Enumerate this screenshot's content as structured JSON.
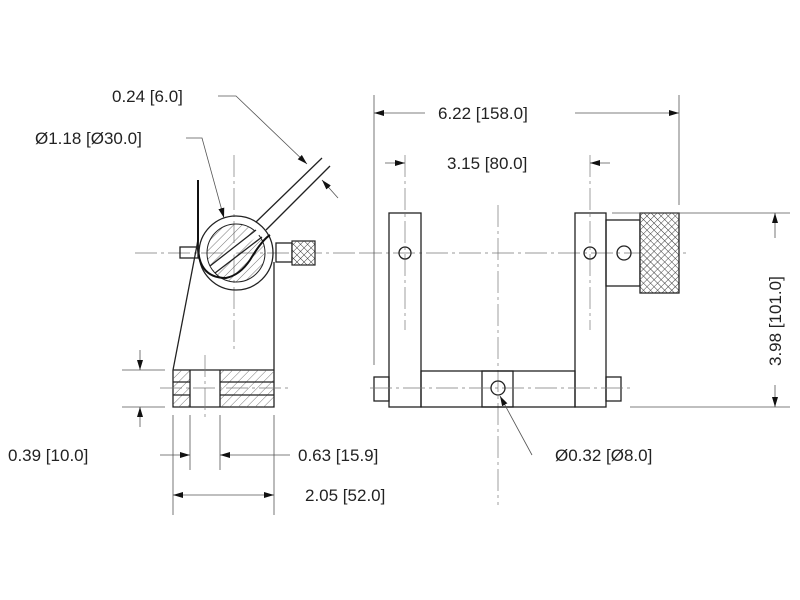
{
  "dimensions": {
    "rod_width": "0.24 [6.0]",
    "drum_diameter": "Ø1.18 [Ø30.0]",
    "overall_width": "6.22 [158.0]",
    "hole_spacing": "3.15 [80.0]",
    "overall_height": "3.98 [101.0]",
    "base_slot_height": "0.39 [10.0]",
    "base_offset": "0.63 [15.9]",
    "base_depth": "2.05 [52.0]",
    "mount_hole_diameter": "Ø0.32 [Ø8.0]"
  },
  "colors": {
    "line": "#222222",
    "background": "#ffffff"
  }
}
